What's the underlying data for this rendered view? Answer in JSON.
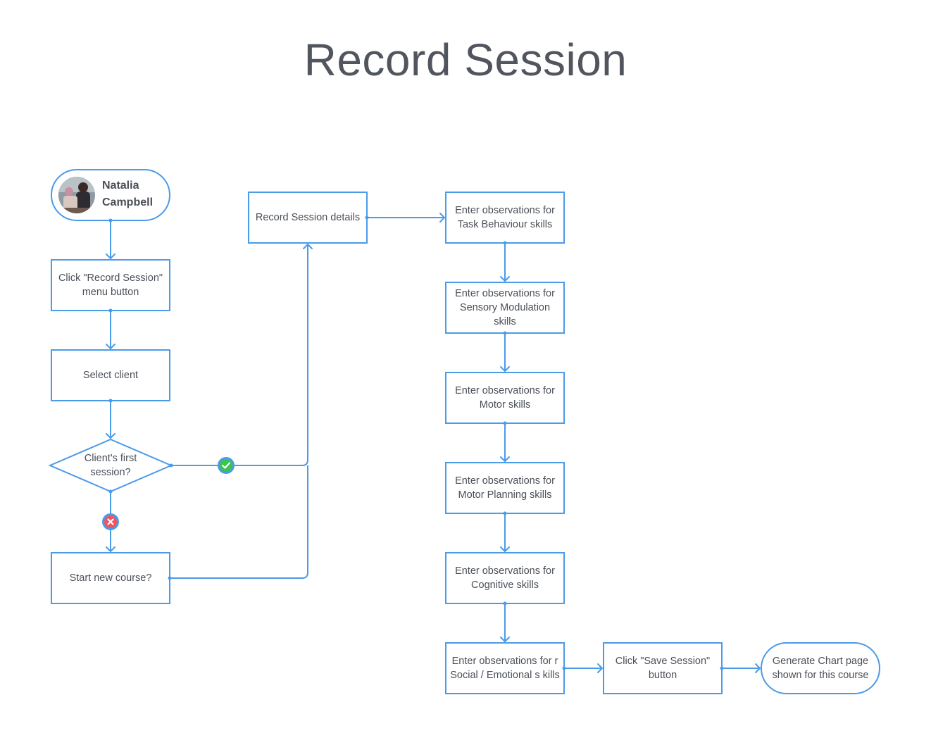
{
  "title": "Record Session",
  "colors": {
    "stroke": "#4a9be8",
    "yes": "#3cc24e",
    "no": "#f0545c",
    "text": "#4a4f57"
  },
  "start": {
    "name_first": "Natalia",
    "name_last": "Campbell"
  },
  "nodes": {
    "click_record": "Click \"Record Session\" menu button",
    "select_client": "Select client",
    "first_session": "Client's first session?",
    "start_course": "Start new course?",
    "record_details": "Record Session details",
    "task_behaviour": "Enter observations for Task Behaviour skills",
    "sensory": "Enter observations for Sensory Modulation skills",
    "motor": "Enter observations for Motor skills",
    "motor_planning": "Enter observations for Motor Planning skills",
    "cognitive": "Enter observations for Cognitive skills",
    "social": "Enter observations for r Social / Emotional s kills",
    "save_session": "Click \"Save Session\" button",
    "generate_chart": "Generate Chart page shown for this course"
  },
  "badges": {
    "yes_icon": "check-icon",
    "no_icon": "cross-icon"
  }
}
